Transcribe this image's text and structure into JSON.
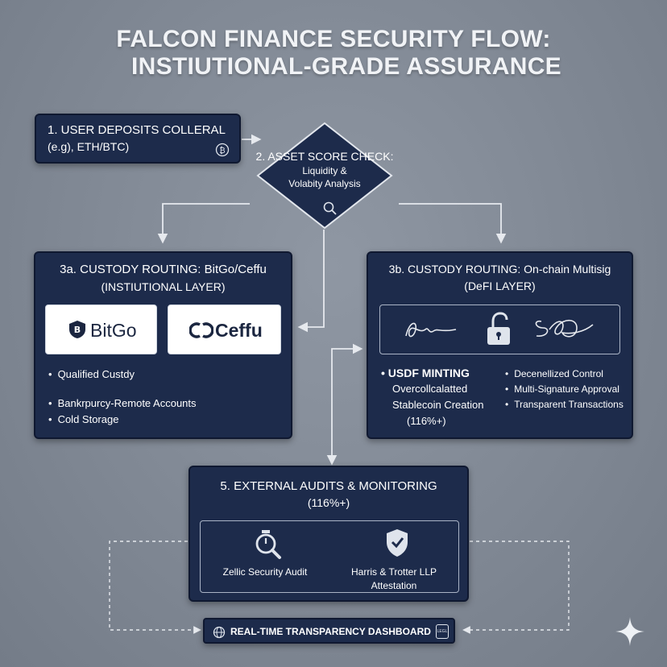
{
  "title": {
    "line1": "FALCON FINANCE SECURITY FLOW:",
    "line2": "INSTIUTIONAL-GRADE ASSURANCE"
  },
  "step1": {
    "line1": "1. USER DEPOSITS COLLERAL",
    "line2": "(e.g), ETH/BTC)",
    "icon": "bitcoin-icon"
  },
  "step2": {
    "heading": "2. ASSET SCORE CHECK:",
    "line1": "Liquidity &",
    "line2": "Volabity Analysis",
    "icon": "magnifier-icon"
  },
  "step3a": {
    "heading": "3a. CUSTODY ROUTING: BitGo/Ceffu",
    "subheading": "(INSTIUTIONAL LAYER)",
    "logos": [
      "BitGo",
      "Ceffu"
    ],
    "bullets": [
      "Qualified Custdy",
      "Bankrpurcy-Remote Accounts",
      "Cold Storage"
    ]
  },
  "step3b": {
    "heading": "3b. CUSTODY ROUTING: On-chain Multisig",
    "subheading": "(DeFI LAYER)",
    "icons": [
      "signature-icon",
      "padlock-icon",
      "signature-icon"
    ],
    "mint_title": "USDF MINTING",
    "mint_lines": [
      "Overcollcalatted",
      "Stablecoin Creation",
      "(116%+)"
    ],
    "bullets": [
      "Decenellized Control",
      "Multi-Signature Approval",
      "Transparent Transactions"
    ]
  },
  "step5": {
    "heading": "5. EXTERNAL AUDITS & MONITORING",
    "subheading": "(116%+)",
    "audit1": "Zellic Security Audit",
    "audit2_line1": "Harris & Trotter LLP",
    "audit2_line2": "Attestation"
  },
  "dashboard": {
    "label": "REAL-TIME TRANSPARENCY DASHBOARD",
    "badge": "LEGL"
  },
  "colors": {
    "box": "#1d2b4b",
    "background": "#838b97",
    "connector": "#e6e9ee"
  }
}
